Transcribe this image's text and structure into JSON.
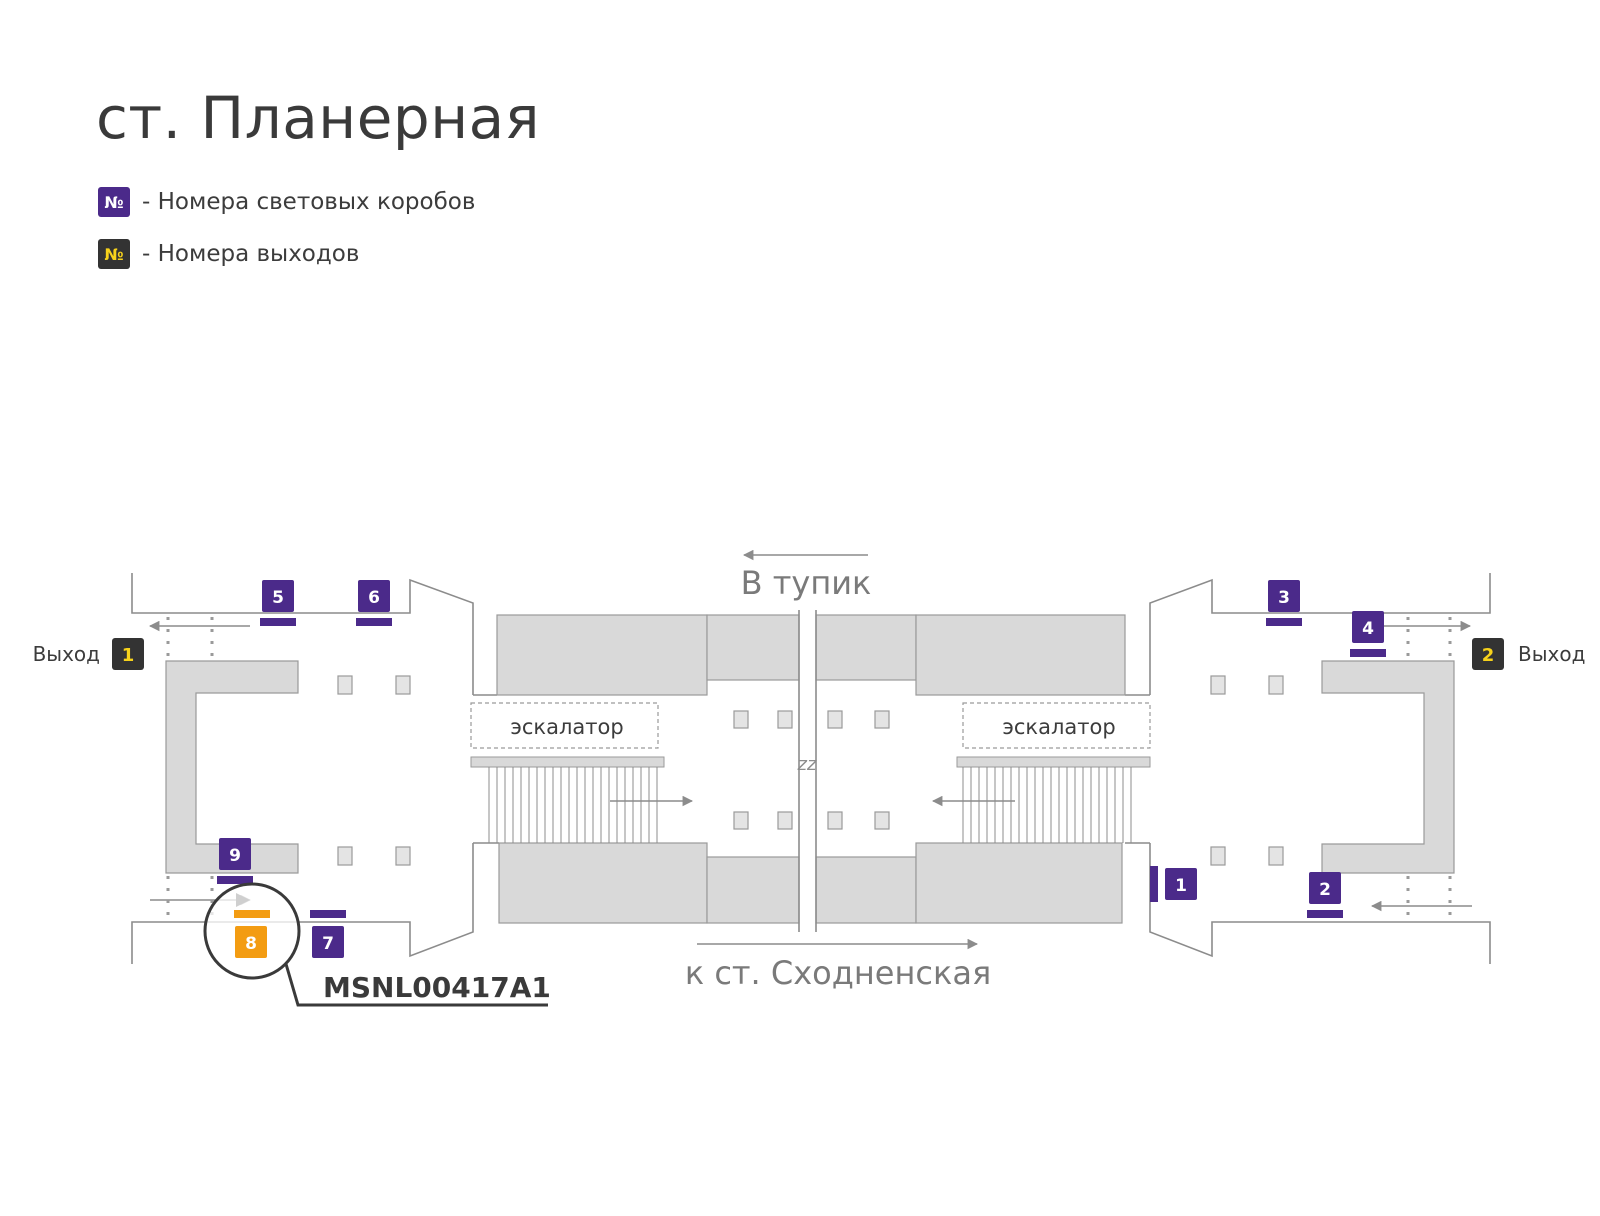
{
  "title": "ст. Планерная",
  "legend": {
    "lightbox_symbol": "№",
    "lightbox_label": "- Номера световых коробов",
    "exit_symbol": "№",
    "exit_label": "- Номера выходов"
  },
  "map": {
    "direction_top": "В тупик",
    "direction_bottom": "к ст. Сходненская",
    "escalator_left": "эскалатор",
    "escalator_right": "эскалатор",
    "track_break": "zz",
    "exit_word_left": "Выход",
    "exit_word_right": "Выход",
    "exits": [
      "1",
      "2"
    ],
    "lightboxes": [
      "1",
      "2",
      "3",
      "4",
      "5",
      "6",
      "7",
      "9"
    ],
    "highlighted_lightbox": "8",
    "highlight_code": "MSNL00417A1"
  },
  "colors": {
    "lightbox": "#4b2a8a",
    "exit_bg": "#333333",
    "exit_text": "#f7d21b",
    "highlight": "#f39c12",
    "block": "#d9d9d9",
    "line": "#8c8c8c"
  }
}
